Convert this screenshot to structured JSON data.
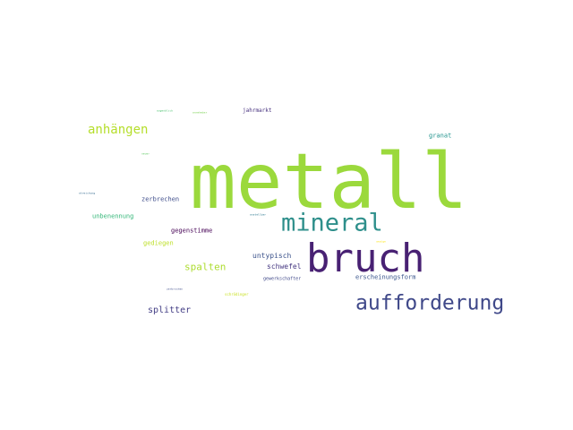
{
  "words": [
    {
      "text": "metall",
      "color": "#9bd93c"
    },
    {
      "text": "bruch",
      "color": "#482173"
    },
    {
      "text": "mineral",
      "color": "#2e8f8b"
    },
    {
      "text": "aufforderung",
      "color": "#3f4889"
    },
    {
      "text": "anhängen",
      "color": "#b5de2b"
    },
    {
      "text": "spalten",
      "color": "#addc30"
    },
    {
      "text": "splitter",
      "color": "#433e85"
    },
    {
      "text": "untypisch",
      "color": "#3b528b"
    },
    {
      "text": "schwefel",
      "color": "#453781"
    },
    {
      "text": "erscheinungsform",
      "color": "#39558c"
    },
    {
      "text": "gegenstimme",
      "color": "#440154"
    },
    {
      "text": "gediegen",
      "color": "#bddf26"
    },
    {
      "text": "zerbrechen",
      "color": "#3e4c8a"
    },
    {
      "text": "unbenennung",
      "color": "#35b779"
    },
    {
      "text": "granat",
      "color": "#20928c"
    },
    {
      "text": "jahrmarkt",
      "color": "#46307e"
    },
    {
      "text": "gewerkschafter",
      "color": "#3f4889"
    },
    {
      "text": "schrödinger",
      "color": "#c8e020"
    },
    {
      "text": "umzüge",
      "color": "#fde725"
    },
    {
      "text": "zerbrochen",
      "color": "#3e4c8a"
    },
    {
      "text": "streichung",
      "color": "#31688e"
    },
    {
      "text": "anstellbar",
      "color": "#2a788e"
    },
    {
      "text": "augenblick",
      "color": "#4ac16d"
    },
    {
      "text": "annehmbar",
      "color": "#7ad151"
    },
    {
      "text": "neuer",
      "color": "#5ec962"
    }
  ]
}
